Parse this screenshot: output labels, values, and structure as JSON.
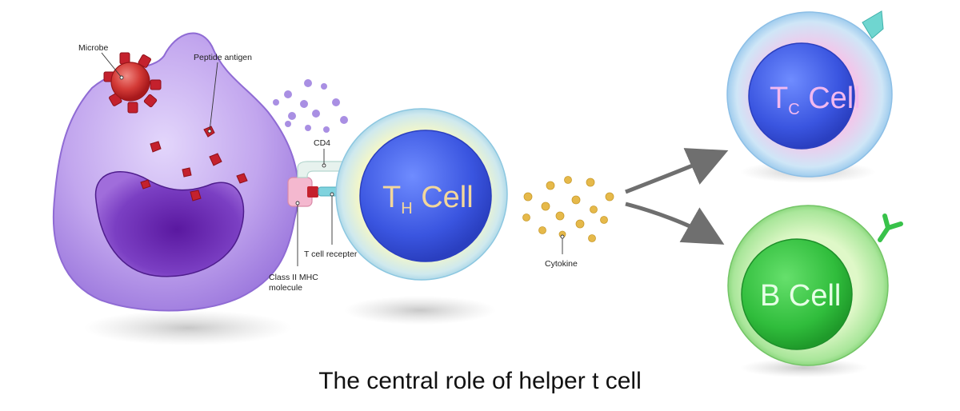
{
  "labels": {
    "microbe": "Microbe",
    "peptide_antigen": "Peptide antigen",
    "cd4": "CD4",
    "t_cell_receptor": "T cell recepter",
    "mhc_line1": "Class II MHC",
    "mhc_line2": "molecule",
    "cytokine": "Cytokine"
  },
  "cells": {
    "th": {
      "main": "T",
      "sub": "H",
      "rest": " Cell"
    },
    "tc": {
      "main": "T",
      "sub": "C",
      "rest": " Cell"
    },
    "b": {
      "name": "B Cell"
    }
  },
  "caption": "The central role of helper t cell",
  "colors": {
    "apc": "#b99be8",
    "nucleus": "#6a2fb0",
    "antigen": "#c4212d",
    "th_core": "#3f5fe6",
    "b_core": "#34c04a",
    "cytokine": "#e6b94a",
    "arrow": "#6f6f6f"
  }
}
